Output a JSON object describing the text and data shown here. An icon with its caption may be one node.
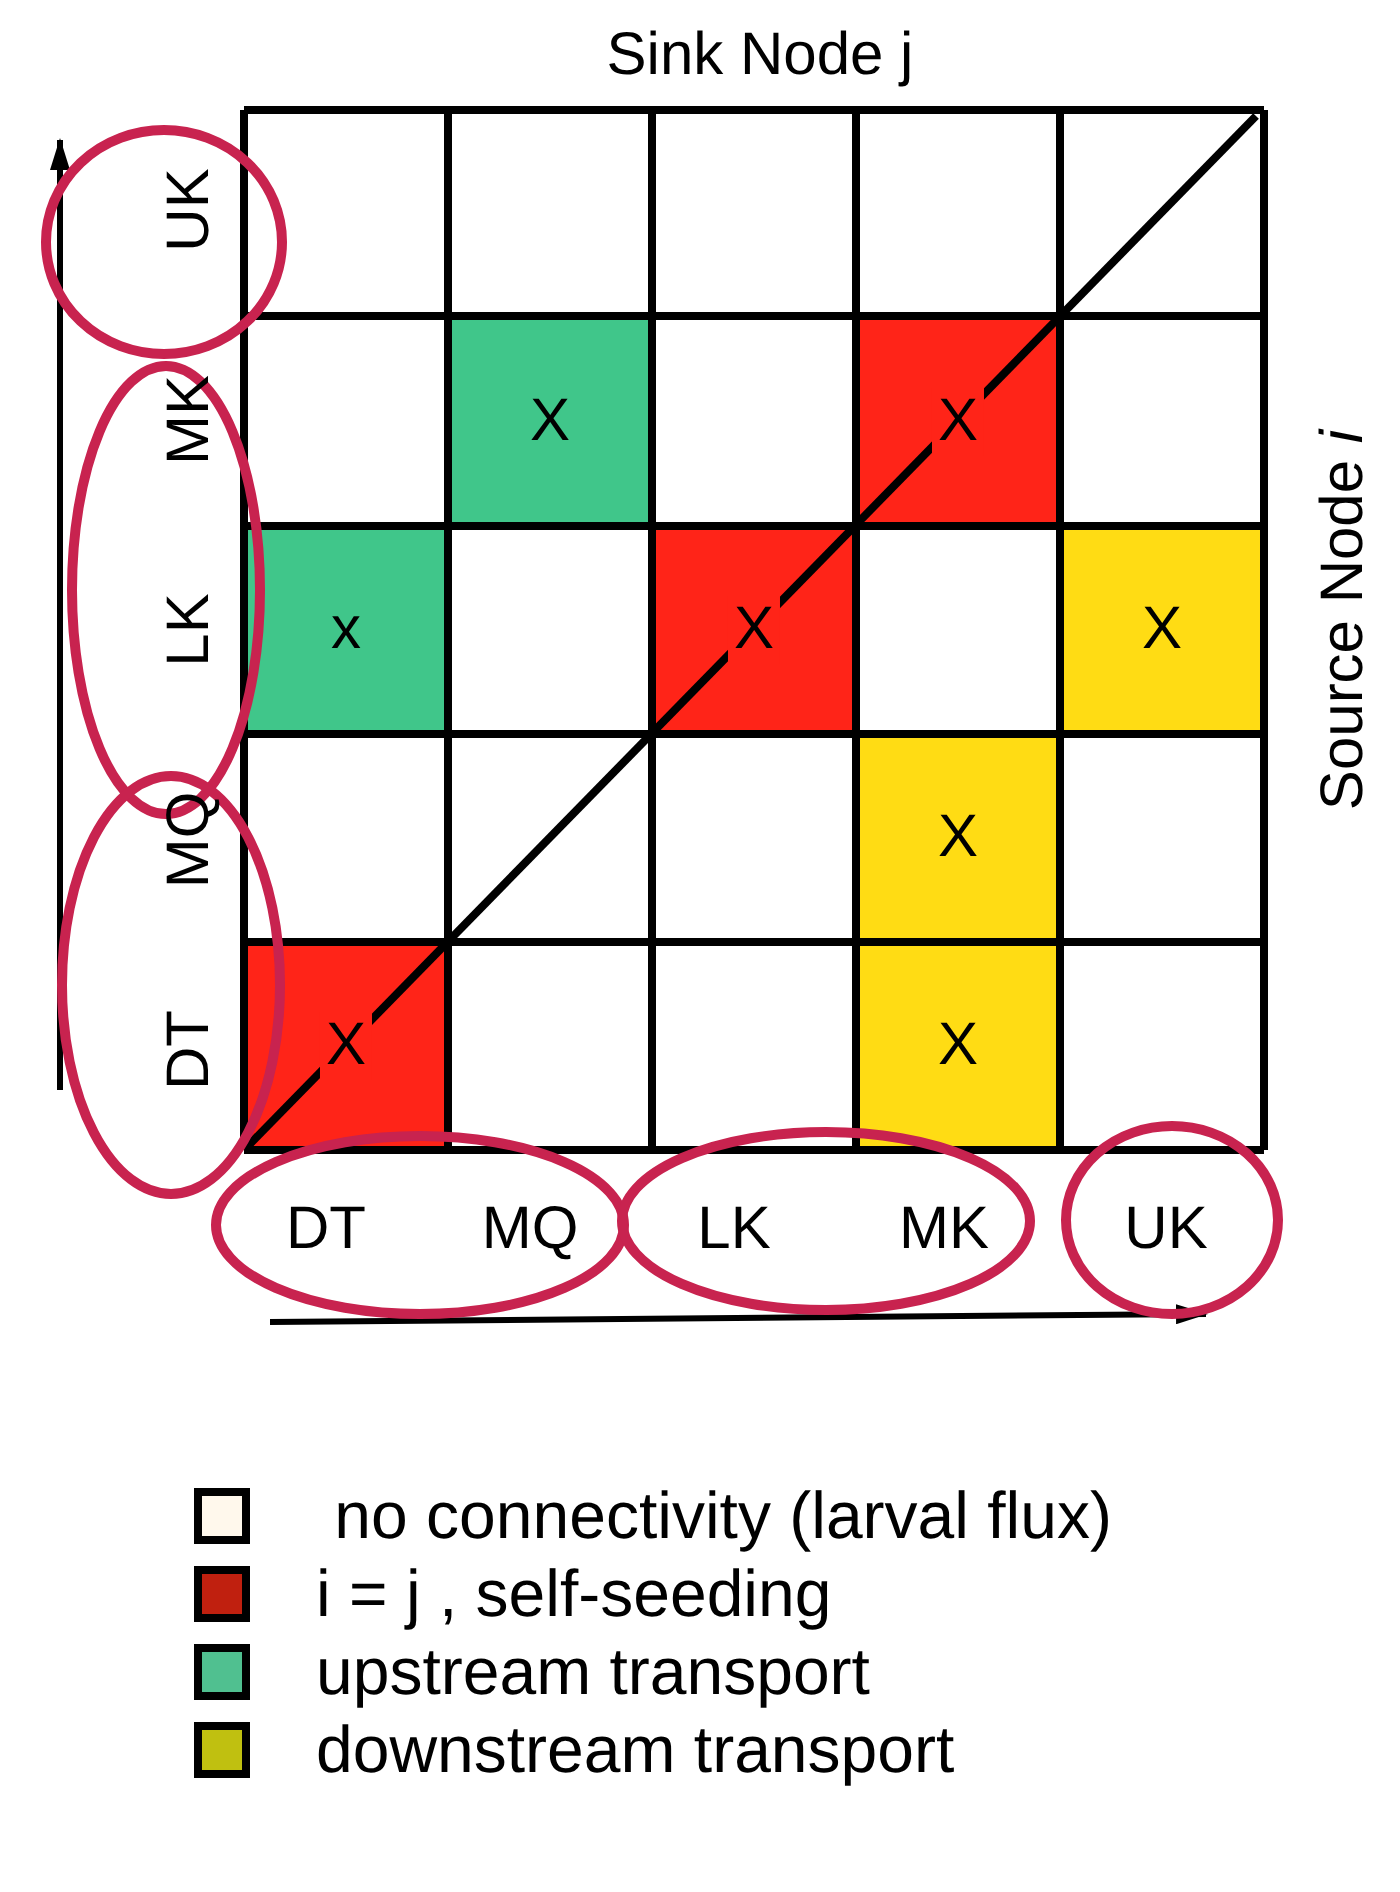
{
  "diagram": {
    "nodes": [
      {
        "text": [
          "UK"
        ]
      },
      {
        "text": [
          "MK",
          "LK"
        ]
      },
      {
        "text": [
          "MQ",
          "DT"
        ]
      },
      {
        "text": [
          "DT",
          "MQ"
        ]
      },
      {
        "text": [
          "LK",
          "MK"
        ]
      },
      {
        "text": [
          "UK"
        ]
      }
    ],
    "edges": [],
    "labels": [
      "Sink Node j",
      "X",
      "X",
      "Source Node *i*",
      "x",
      "X",
      "X",
      "X",
      "X",
      "X"
    ],
    "legend": [
      {
        "text": " no connectivity (larval flux)",
        "color": "#fff8ec"
      },
      {
        "text": "i = j , self-seeding",
        "color": "#c0200f"
      },
      {
        "text": "upstream transport",
        "color": "#50c090"
      },
      {
        "text": "downstream transport",
        "color": "#c0c010"
      }
    ]
  }
}
